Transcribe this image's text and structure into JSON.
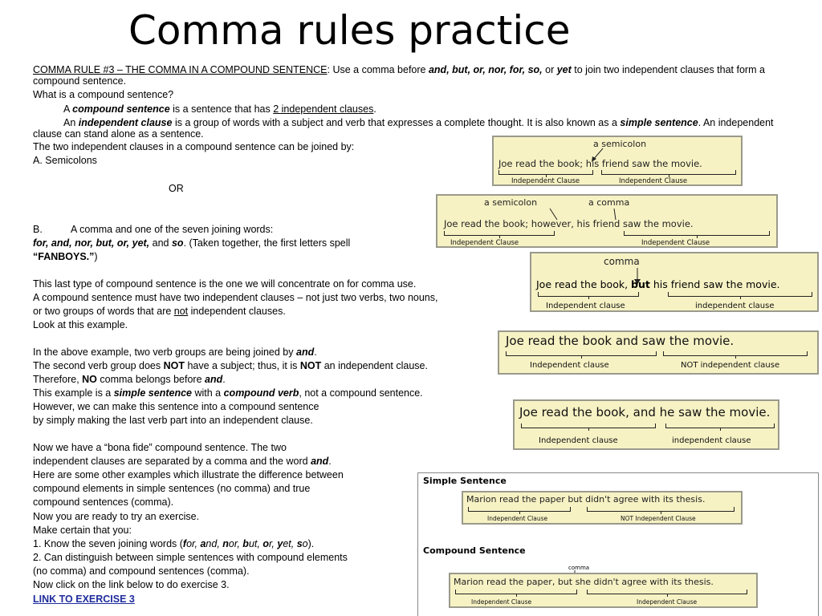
{
  "title": "Comma rules practice",
  "text": {
    "rule_heading": "COMMA RULE #3 – THE COMMA IN A COMPOUND SENTENCE",
    "rule_use": ": Use a comma before ",
    "rule_words": "and, but, or, nor, for, so,",
    "rule_or": " or ",
    "rule_yet": "yet",
    "rule_rest": " to join two independent clauses that form a",
    "rule_line2": "compound sentence.",
    "q_what": "What is a compound sentence?",
    "def1_a": "A ",
    "def1_term": "compound sentence",
    "def1_b": " is a sentence that has ",
    "def1_ul": "2 independent clauses",
    "def1_end": ".",
    "def2_a": "An ",
    "def2_term": "independent clause",
    "def2_b": " is a group of words with a subject and verb that expresses a complete thought.  It is also known as a ",
    "def2_term2": "simple sentence",
    "def2_c": ".  An independent",
    "def2_line2": "clause can stand alone as a sentence.",
    "joined": "The two independent clauses in a compound sentence can be joined by:",
    "a_semicolons": "A. Semicolons",
    "or": "OR",
    "b_label": "B.",
    "b_text": "A comma and one of the seven joining words:",
    "fanboys_words": "for, and, nor, but, or, yet,",
    "fanboys_and": " and ",
    "fanboys_so": "so",
    "fanboys_rest": ".  (Taken together, the first letters spell",
    "fanboys_name": "“FANBOYS.”",
    "fanboys_close": ")",
    "p1": "This last type of compound sentence is the one we will concentrate on for comma use.",
    "p2": "A compound sentence must have two independent clauses – not just two verbs, two nouns,",
    "p3_a": "or two groups of words that are ",
    "p3_not": "not",
    "p3_b": " independent clauses.",
    "p4": "Look at this example.",
    "p5_a": "In the above example, two verb groups are being joined by ",
    "p5_and": "and",
    "p5_b": ".",
    "p6_a": "The second verb group does ",
    "p6_not": "NOT",
    "p6_b": " have a subject; thus, it is ",
    "p6_not2": "NOT",
    "p6_c": " an independent clause.",
    "p7_a": "Therefore, ",
    "p7_no": "NO",
    "p7_b": " comma belongs before ",
    "p7_and": "and",
    "p7_c": ".",
    "p8_a": "This example is a ",
    "p8_simple": "simple sentence",
    "p8_b": " with a ",
    "p8_cv": "compound verb",
    "p8_c": ", not a compound sentence.",
    "p9": "However, we can make this sentence into a compound sentence",
    "p10": "by simply making the last verb part into an independent clause.",
    "p11": "Now we have a “bona fide” compound sentence.  The two",
    "p12_a": "independent clauses are separated by a comma and the word ",
    "p12_and": "and",
    "p12_b": ".",
    "p13": "Here are some other examples which illustrate the difference between",
    "p14": "compound elements in simple sentences (no comma) and true",
    "p15": "compound sentences (comma).",
    "p16": "Now you are ready to try an exercise.",
    "p17": "Make certain that you:",
    "l1_a": "1.  Know the seven joining words (",
    "l1_f": "f",
    "l1_or": "or, ",
    "l1_a2": "a",
    "l1_nd": "nd, ",
    "l1_n": "n",
    "l1_or2": "or, ",
    "l1_b": "b",
    "l1_ut": "ut, ",
    "l1_o": "o",
    "l1_r": "r, ",
    "l1_y": "y",
    "l1_et": "et, ",
    "l1_s": "s",
    "l1_o2": "o",
    "l1_end": ").",
    "l2": "2. Can distinguish between simple sentences with compound elements",
    "l3": "(no comma) and compound sentences (comma).",
    "l4": "Now click on the link below to do exercise 3.",
    "link": "LINK TO EXERCISE 3"
  },
  "examples": {
    "ex1": {
      "annotation": "a semicolon",
      "sentence": "Joe read the book; his friend saw the movie.",
      "left": "Independent Clause",
      "right": "Independent Clause"
    },
    "ex2": {
      "ann1": "a semicolon",
      "ann2": "a comma",
      "sentence": "Joe read the book; however, his friend saw the movie.",
      "left": "Independent Clause",
      "right": "Independent Clause"
    },
    "ex3": {
      "annotation": "comma",
      "s1": "Joe read the book,",
      "s_but": "but",
      "s2": "his friend saw the movie.",
      "left": "Independent clause",
      "right": "independent clause"
    },
    "ex4": {
      "sentence": "Joe read the book and saw the movie.",
      "left": "Independent clause",
      "right": "NOT independent clause"
    },
    "ex5": {
      "sentence": "Joe read the book, and he saw the movie.",
      "left": "Independent clause",
      "right": "independent clause"
    },
    "panel": {
      "simple_header": "Simple Sentence",
      "simple_sentence": "Marion read the paper but didn't agree with its thesis.",
      "simple_left": "Independent Clause",
      "simple_right": "NOT Independent Clause",
      "compound_header": "Compound Sentence",
      "compound_annotation": "comma",
      "compound_sentence": "Marion read the paper, but she didn't agree with its thesis.",
      "compound_left": "Independent Clause",
      "compound_right": "Independent Clause"
    }
  },
  "colors": {
    "box_bg": "#f7f2c4",
    "link": "#1f2c9c"
  }
}
